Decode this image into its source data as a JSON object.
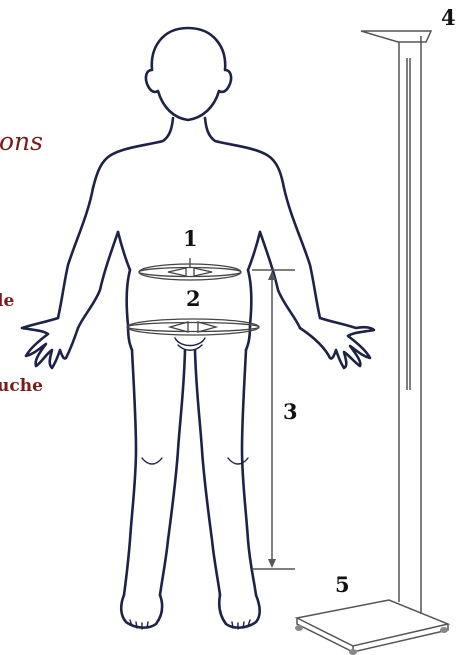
{
  "labels": {
    "waist": "1",
    "hips": "2",
    "leg": "3",
    "stadiometer_top": "4",
    "stadiometer_base": "5"
  },
  "side_text": {
    "top": "ons",
    "middle": "le",
    "bottom": "uche"
  }
}
